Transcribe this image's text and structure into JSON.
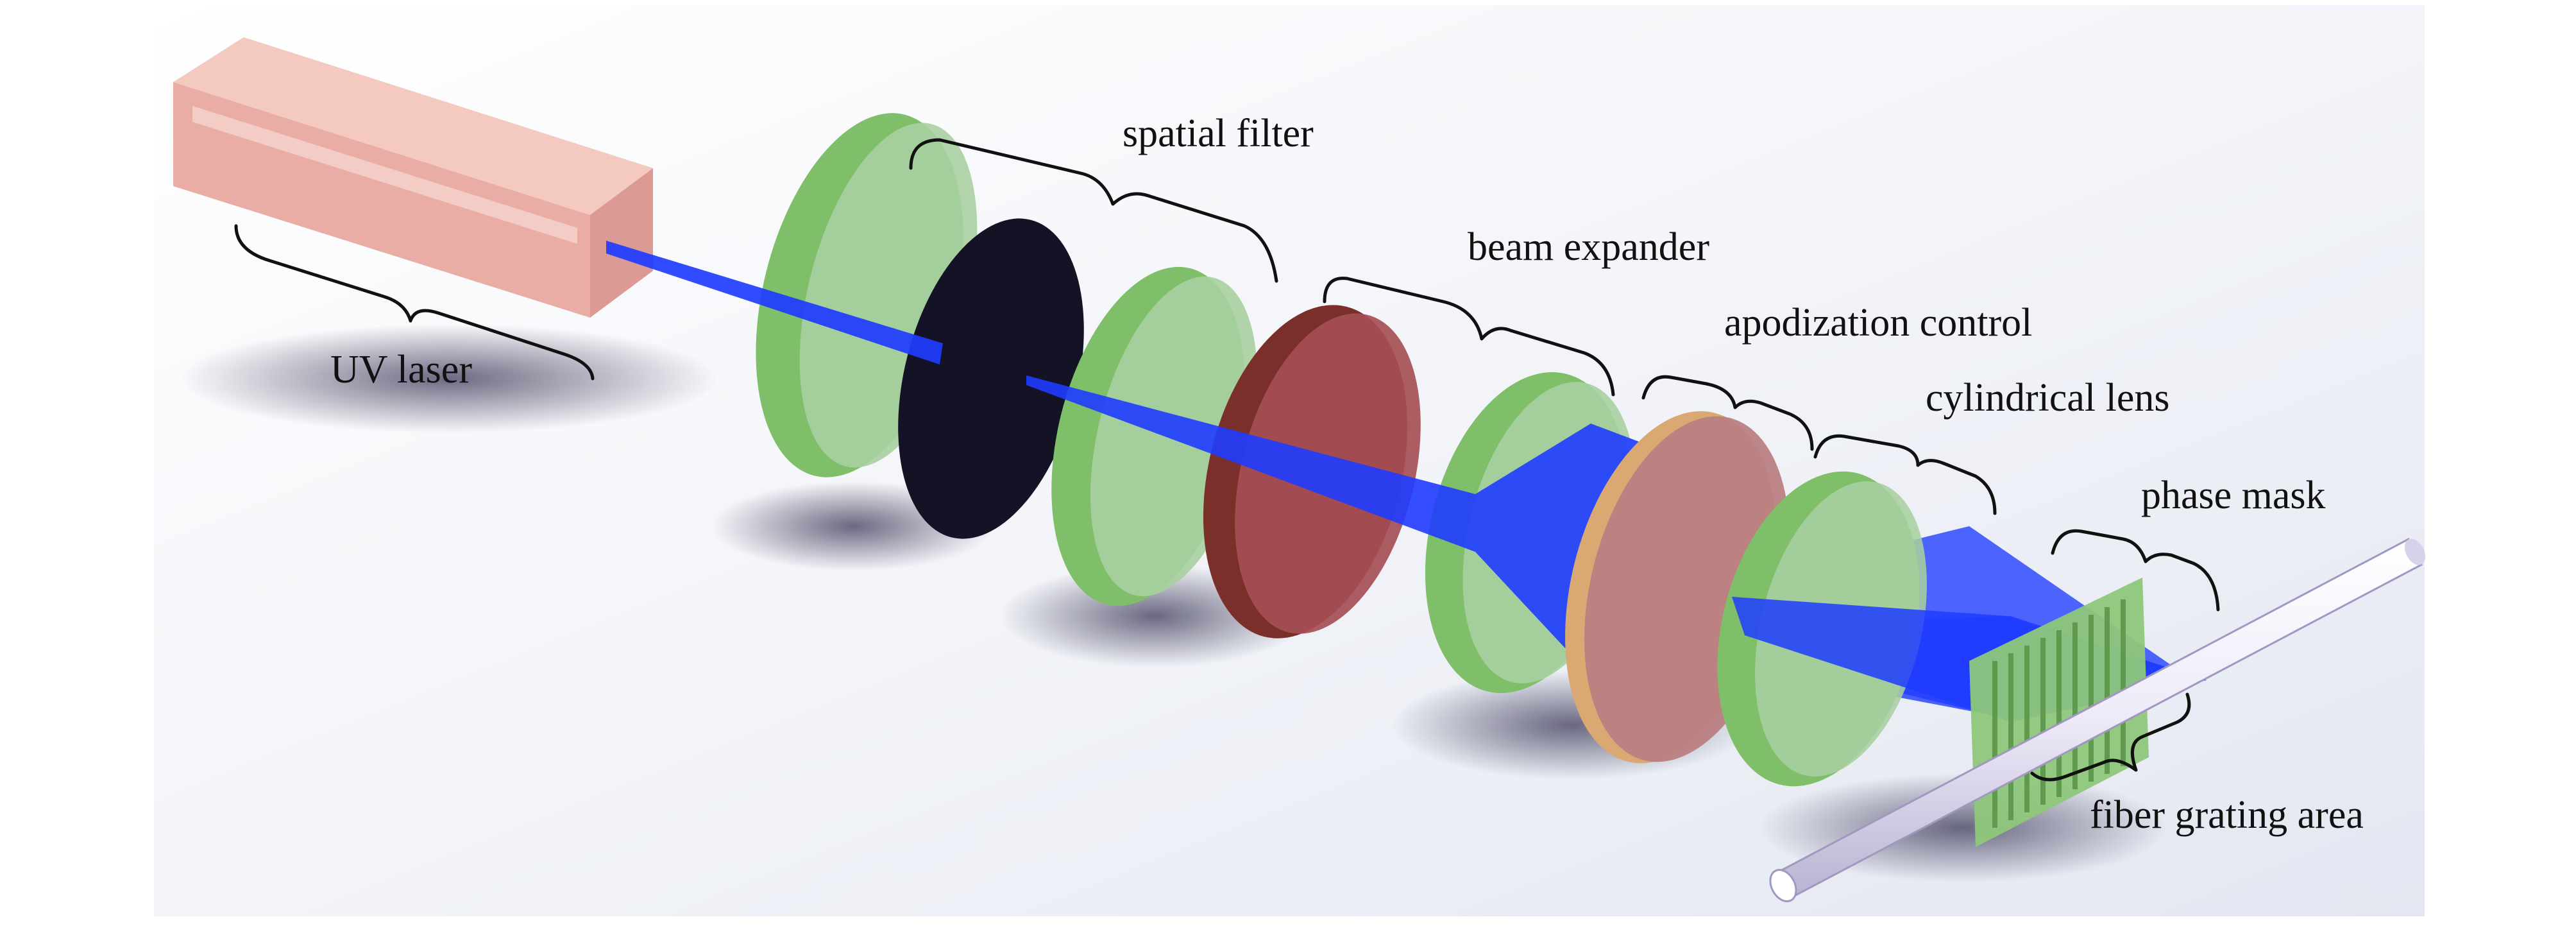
{
  "labels": {
    "uv_laser": "UV laser",
    "spatial_filter": "spatial filter",
    "beam_expander": "beam expander",
    "apodization_control": "apodization control",
    "cylindrical_lens": "cylindrical lens",
    "phase_mask": "phase mask",
    "fiber_grating_area": "fiber grating area"
  },
  "colors": {
    "beam": "#1f3cff",
    "lens_green": "#7fbf6a",
    "laser_box": "#e9a9a0",
    "pinhole_disc": "#141225",
    "filter_red": "#a54f55",
    "apodization_disc": "#b97f82",
    "fiber": "#ece8f6",
    "phase_mask": "#8ec77a"
  }
}
